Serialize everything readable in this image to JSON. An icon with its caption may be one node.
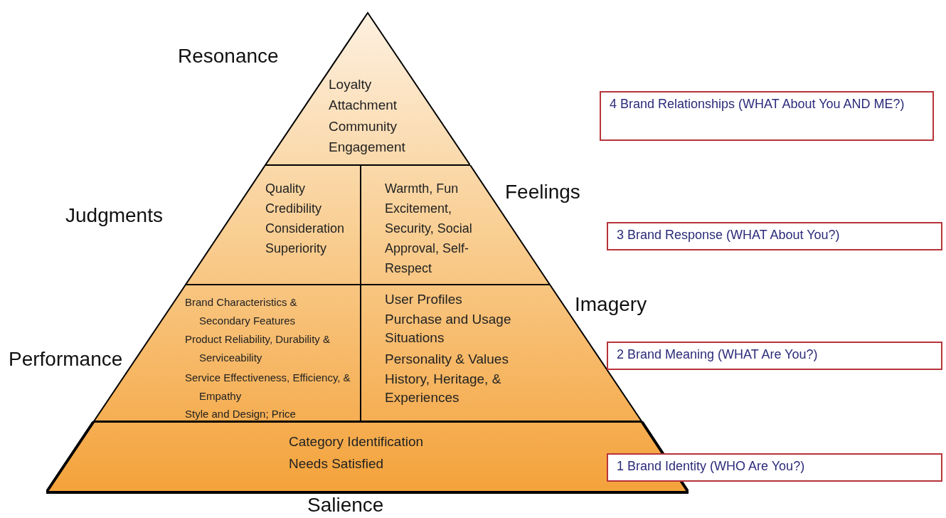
{
  "diagram": {
    "nodes": [
      {
        "text": [
          "Resonance",
          "Loyalty Attachment Community Engagement"
        ]
      },
      {
        "text": [
          "Judgments",
          "Quality Credibility Consideration Superiority"
        ]
      },
      {
        "text": [
          "Warmth, Fun Excitement, Security, Social Approval, Self-Respect",
          "Feelings"
        ]
      },
      {
        "text": [
          "Performance",
          "Brand Characteristics & Secondary Features",
          "Product Reliability, Durability & Serviceability",
          "Service Effectiveness, Efficiency, & Empathy",
          "Style and Design; Price"
        ]
      },
      {
        "text": [
          "Imagery",
          "User Profiles",
          "Purchase and Usage Situations",
          "Personality & Values",
          "History, Heritage, & Experiences"
        ]
      },
      {
        "text": [
          "Category Identification",
          "Needs Satisfied",
          "Salience"
        ]
      },
      {
        "text": [
          "4 Brand Relationships (WHAT About You AND ME?)"
        ]
      },
      {
        "text": [
          "3 Brand Response (WHAT About You?)"
        ]
      },
      {
        "text": [
          "2 Brand Meaning (WHAT Are You?)"
        ]
      },
      {
        "text": [
          "1 Brand Identity (WHO Are You?)"
        ]
      }
    ],
    "edges": []
  }
}
